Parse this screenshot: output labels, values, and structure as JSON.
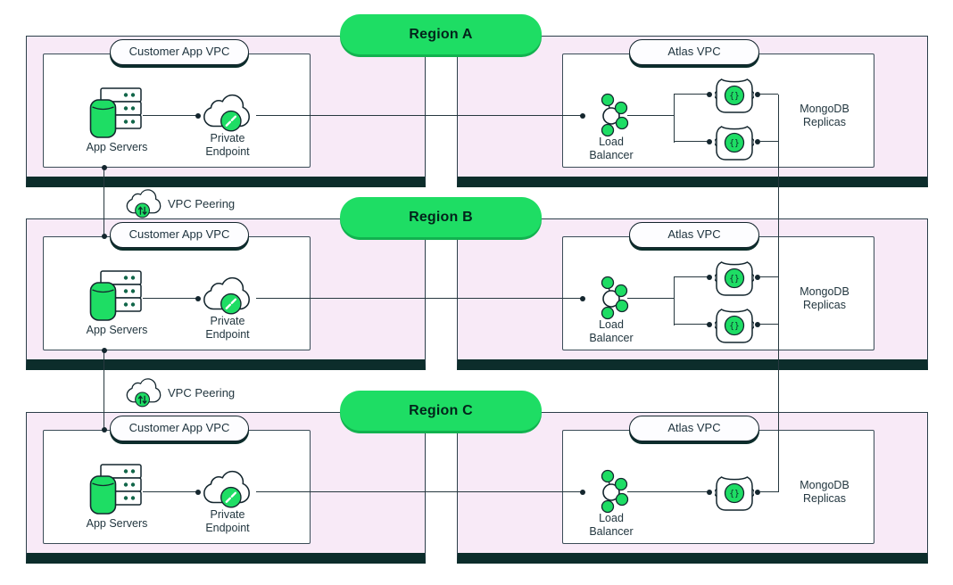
{
  "diagram": {
    "type": "architecture-diagram",
    "description": "MongoDB Atlas multi-region private networking diagram"
  },
  "colors": {
    "accent_green": "#1EDD64",
    "dark_navy": "#001E2B",
    "region_fill_pink": "#F8EAF7",
    "region_base_bar": "#0C2D2B",
    "line": "#27383F",
    "server_dot_green": "#116649",
    "white": "#FFFFFF"
  },
  "regions": [
    {
      "label": "Region A",
      "customer_vpc": {
        "label": "Customer App VPC",
        "app_servers_label": "App Servers",
        "private_endpoint_label": "Private Endpoint"
      },
      "atlas_vpc": {
        "label": "Atlas VPC",
        "load_balancer_label": "Load Balancer",
        "replicas_label": "MongoDB Replicas",
        "replica_count": 2
      }
    },
    {
      "label": "Region B",
      "customer_vpc": {
        "label": "Customer App VPC",
        "app_servers_label": "App Servers",
        "private_endpoint_label": "Private Endpoint"
      },
      "atlas_vpc": {
        "label": "Atlas VPC",
        "load_balancer_label": "Load Balancer",
        "replicas_label": "MongoDB Replicas",
        "replica_count": 2
      }
    },
    {
      "label": "Region C",
      "customer_vpc": {
        "label": "Customer App VPC",
        "app_servers_label": "App Servers",
        "private_endpoint_label": "Private Endpoint"
      },
      "atlas_vpc": {
        "label": "Atlas VPC",
        "load_balancer_label": "Load Balancer",
        "replicas_label": "MongoDB Replicas",
        "replica_count": 1
      }
    }
  ],
  "peering_links": [
    {
      "label": "VPC Peering"
    },
    {
      "label": "VPC Peering"
    }
  ]
}
